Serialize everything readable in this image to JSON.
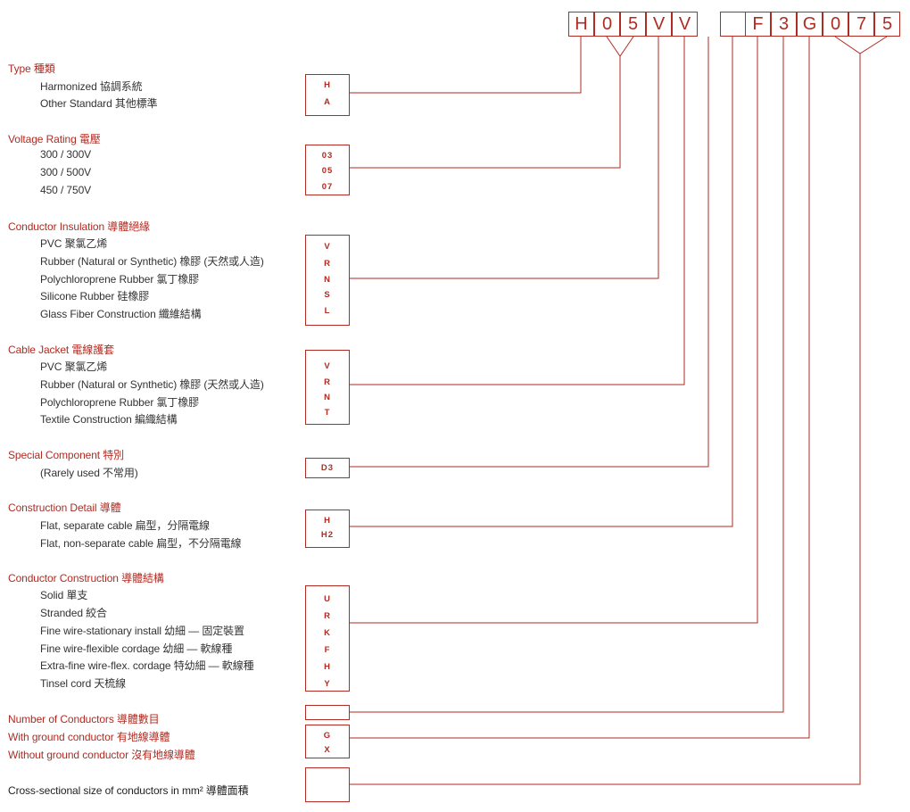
{
  "code": [
    "H",
    "0",
    "5",
    "V",
    "V",
    "",
    "F",
    "3",
    "G",
    "0",
    "7",
    "5"
  ],
  "sections": {
    "type": {
      "heading": "Type 種類",
      "items": [
        "Harmonized 協調系統",
        "Other Standard 其他標準"
      ],
      "codes": [
        "H",
        "A"
      ]
    },
    "voltage": {
      "heading": "Voltage Rating 電壓",
      "items": [
        "300 / 300V",
        "300 / 500V",
        "450 / 750V"
      ],
      "codes": [
        "03",
        "05",
        "07"
      ]
    },
    "insulation": {
      "heading": "Conductor Insulation 導體絕緣",
      "items": [
        "PVC 聚氯乙烯",
        "Rubber (Natural or Synthetic) 橡膠 (天然或人造)",
        "Polychloroprene Rubber 氯丁橡膠",
        "Silicone Rubber 硅橡膠",
        "Glass Fiber Construction 纖維結構"
      ],
      "codes": [
        "V",
        "R",
        "N",
        "S",
        "L"
      ]
    },
    "jacket": {
      "heading": "Cable Jacket 電線護套",
      "items": [
        "PVC 聚氯乙烯",
        "Rubber (Natural or Synthetic) 橡膠 (天然或人造)",
        "Polychloroprene Rubber 氯丁橡膠",
        "Textile Construction 編織結構"
      ],
      "codes": [
        "V",
        "R",
        "N",
        "T"
      ]
    },
    "special": {
      "heading": "Special Component 特別",
      "items": [
        "(Rarely used 不常用)"
      ],
      "codes": [
        "D3"
      ]
    },
    "construction_detail": {
      "heading": "Construction Detail 導體",
      "items": [
        "Flat, separate cable 扁型，分隔電線",
        "Flat, non-separate cable 扁型，不分隔電線"
      ],
      "codes": [
        "H",
        "H2"
      ]
    },
    "conductor_construction": {
      "heading": "Conductor Construction 導體結構",
      "items": [
        "Solid 單支",
        "Stranded 絞合",
        "Fine wire-stationary install 幼細 — 固定裝置",
        "Fine wire-flexible cordage 幼細 — 軟線種",
        "Extra-fine wire-flex. cordage 特幼細 — 軟線種",
        "Tinsel cord 天梳線"
      ],
      "codes": [
        "U",
        "R",
        "K",
        "F",
        "H",
        "Y"
      ]
    },
    "number_conductors": {
      "heading": "Number of Conductors 導體數目"
    },
    "ground": {
      "items": [
        "With ground conductor 有地線導體",
        "Without ground conductor 沒有地線導體"
      ],
      "codes": [
        "G",
        "X"
      ]
    },
    "cross_section": {
      "label": "Cross-sectional size of conductors in mm² 導體面積"
    }
  },
  "colors": {
    "accent": "#b02b22",
    "text": "#333333"
  }
}
